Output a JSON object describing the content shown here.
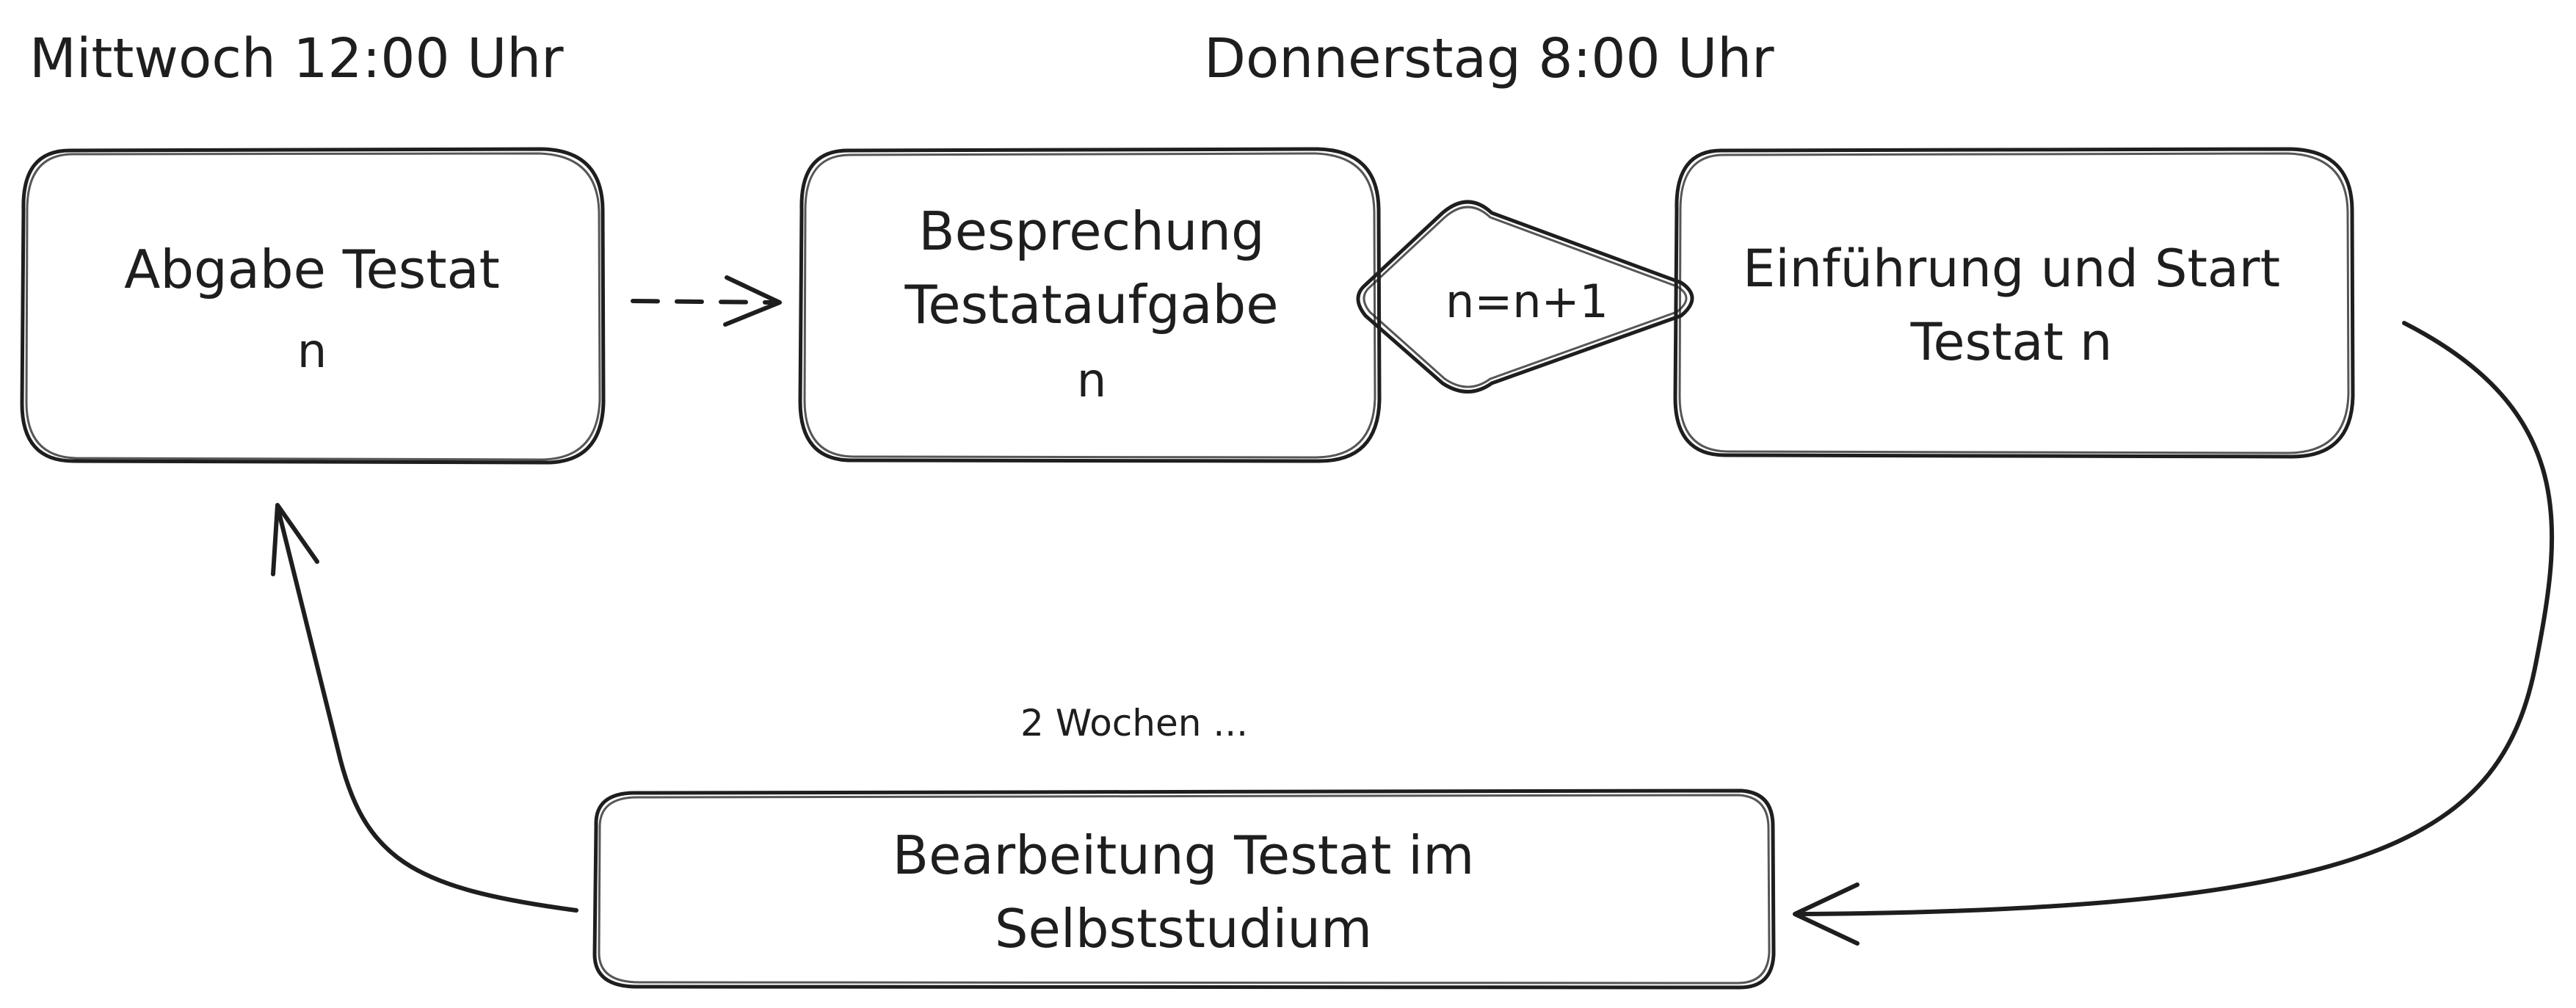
{
  "colors": {
    "ink": "#1e1e1e",
    "background": "#ffffff"
  },
  "headings": {
    "wednesday": "Mittwoch 12:00 Uhr",
    "thursday": "Donnerstag 8:00 Uhr"
  },
  "nodes": {
    "abgabe": {
      "line1": "Abgabe Testat",
      "line2": "n"
    },
    "besprechung": {
      "line1": "Besprechung",
      "line2": "Testataufgabe",
      "line3": "n"
    },
    "increment": {
      "label": "n=n+1"
    },
    "einfuehrung": {
      "line1": "Einführung und Start",
      "line2": "Testat n"
    },
    "bearbeitung": {
      "line1": "Bearbeitung Testat im",
      "line2": "Selbststudium"
    }
  },
  "annotations": {
    "duration": "2 Wochen ..."
  }
}
